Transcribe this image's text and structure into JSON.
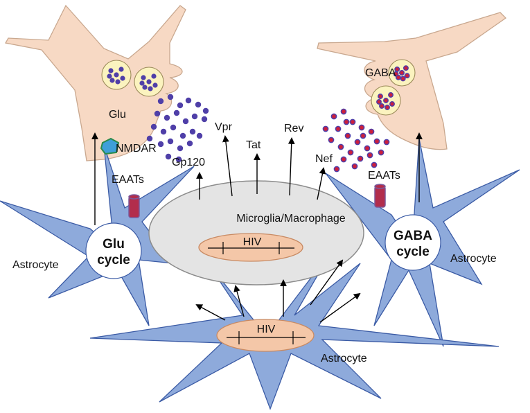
{
  "colors": {
    "neuron_fill": "#f7d9c4",
    "neuron_stroke": "#c9a88f",
    "vesicle_fill": "#fbf3bf",
    "vesicle_stroke": "#9b8a5a",
    "glu_dot": "#4f3fa8",
    "gaba_dot": "#cc1f3c",
    "gaba_dot_ring": "#4f3fa8",
    "astrocyte_fill": "#8eaadb",
    "astrocyte_stroke": "#3b5ba5",
    "microglia_fill": "#e4e4e4",
    "microglia_stroke": "#8c8c8c",
    "nucleus_fill": "#f4c7a8",
    "nucleus_stroke": "#c88a63",
    "eaat_fill": "#b22d4c",
    "eaat_stroke": "#7a5a9c",
    "nmdar_fill": "#3f9fd8",
    "nmdar_stroke": "#2a8a4a"
  },
  "labels": {
    "glu": "Glu",
    "gaba": "GABA",
    "nmdar": "NMDAR",
    "eaats_left": "EAATs",
    "eaats_right": "EAATs",
    "gp120": "Gp120",
    "vpr": "Vpr",
    "tat": "Tat",
    "rev": "Rev",
    "nef": "Nef",
    "microglia": "Microglia/Macrophage",
    "hiv_microglia": "HIV",
    "hiv_astrocyte": "HIV",
    "astrocyte_left": "Astrocyte",
    "astrocyte_right": "Astrocyte",
    "astrocyte_bottom": "Astrocyte",
    "glu_cycle_line1": "Glu",
    "glu_cycle_line2": "cycle",
    "gaba_cycle_line1": "GABA",
    "gaba_cycle_line2": "cycle"
  }
}
